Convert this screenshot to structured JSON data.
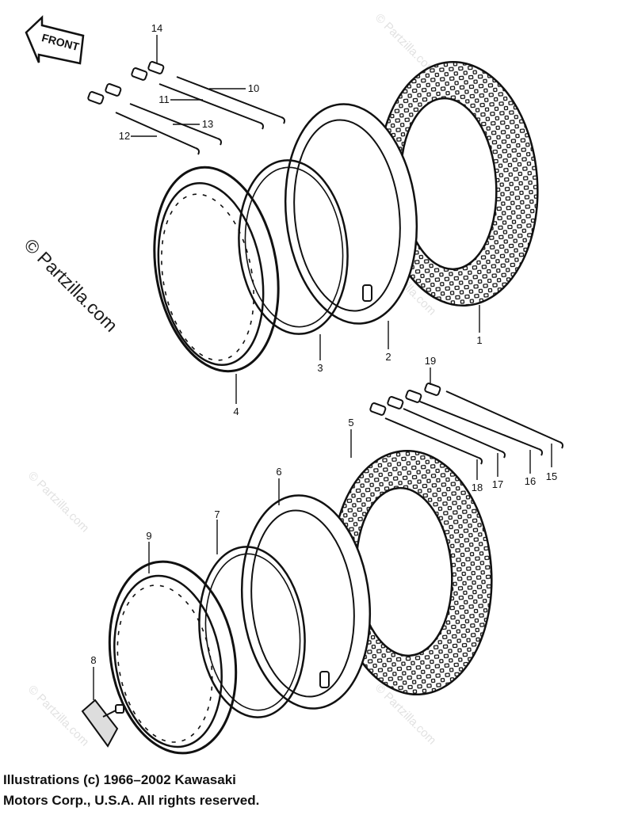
{
  "front_label": "FRONT",
  "watermark_main": "© Partzilla.com",
  "watermark_faint": "© Partzilla.com",
  "copyright": {
    "line1": "Illustrations (c) 1966–2002 Kawasaki",
    "line2": "Motors Corp., U.S.A.  All rights reserved."
  },
  "callouts": [
    "1",
    "2",
    "3",
    "4",
    "5",
    "6",
    "7",
    "8",
    "9",
    "10",
    "11",
    "12",
    "13",
    "14",
    "15",
    "16",
    "17",
    "18",
    "19"
  ],
  "colors": {
    "ink": "#111111",
    "watermark": "#e2e2e2"
  }
}
